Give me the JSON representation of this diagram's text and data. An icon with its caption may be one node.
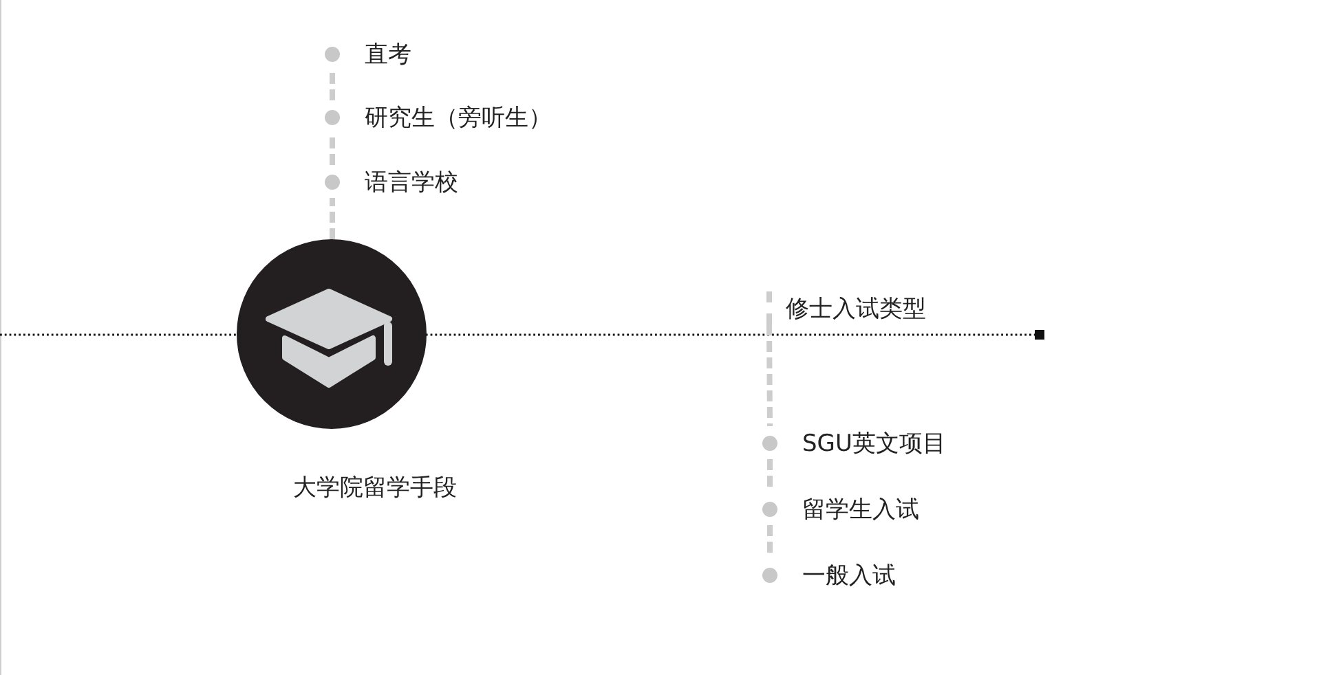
{
  "diagram": {
    "nodes": [
      {
        "text": [],
        "shape": "circle",
        "beside": [
          "大学院留学手段"
        ]
      },
      {
        "text": [
          "直考"
        ]
      },
      {
        "text": [
          "研究生（旁听生）"
        ]
      },
      {
        "text": [
          "语言学校"
        ]
      },
      {
        "text": [
          "修士入试类型"
        ]
      },
      {
        "text": [
          "SGU英文项目"
        ]
      },
      {
        "text": [
          "留学生入试"
        ]
      },
      {
        "text": [
          "一般入试"
        ]
      }
    ],
    "edges": [
      {
        "from": 0,
        "to": 3,
        "arrow": "none",
        "style": "dashed"
      },
      {
        "from": 3,
        "to": 2,
        "arrow": "none",
        "style": "dashed"
      },
      {
        "from": 2,
        "to": 1,
        "arrow": "none",
        "style": "dashed"
      },
      {
        "from": 4,
        "to": 5,
        "arrow": "none",
        "style": "dashed"
      },
      {
        "from": 5,
        "to": 6,
        "arrow": "none",
        "style": "dashed"
      },
      {
        "from": 6,
        "to": 7,
        "arrow": "none",
        "style": "dashed"
      }
    ]
  }
}
